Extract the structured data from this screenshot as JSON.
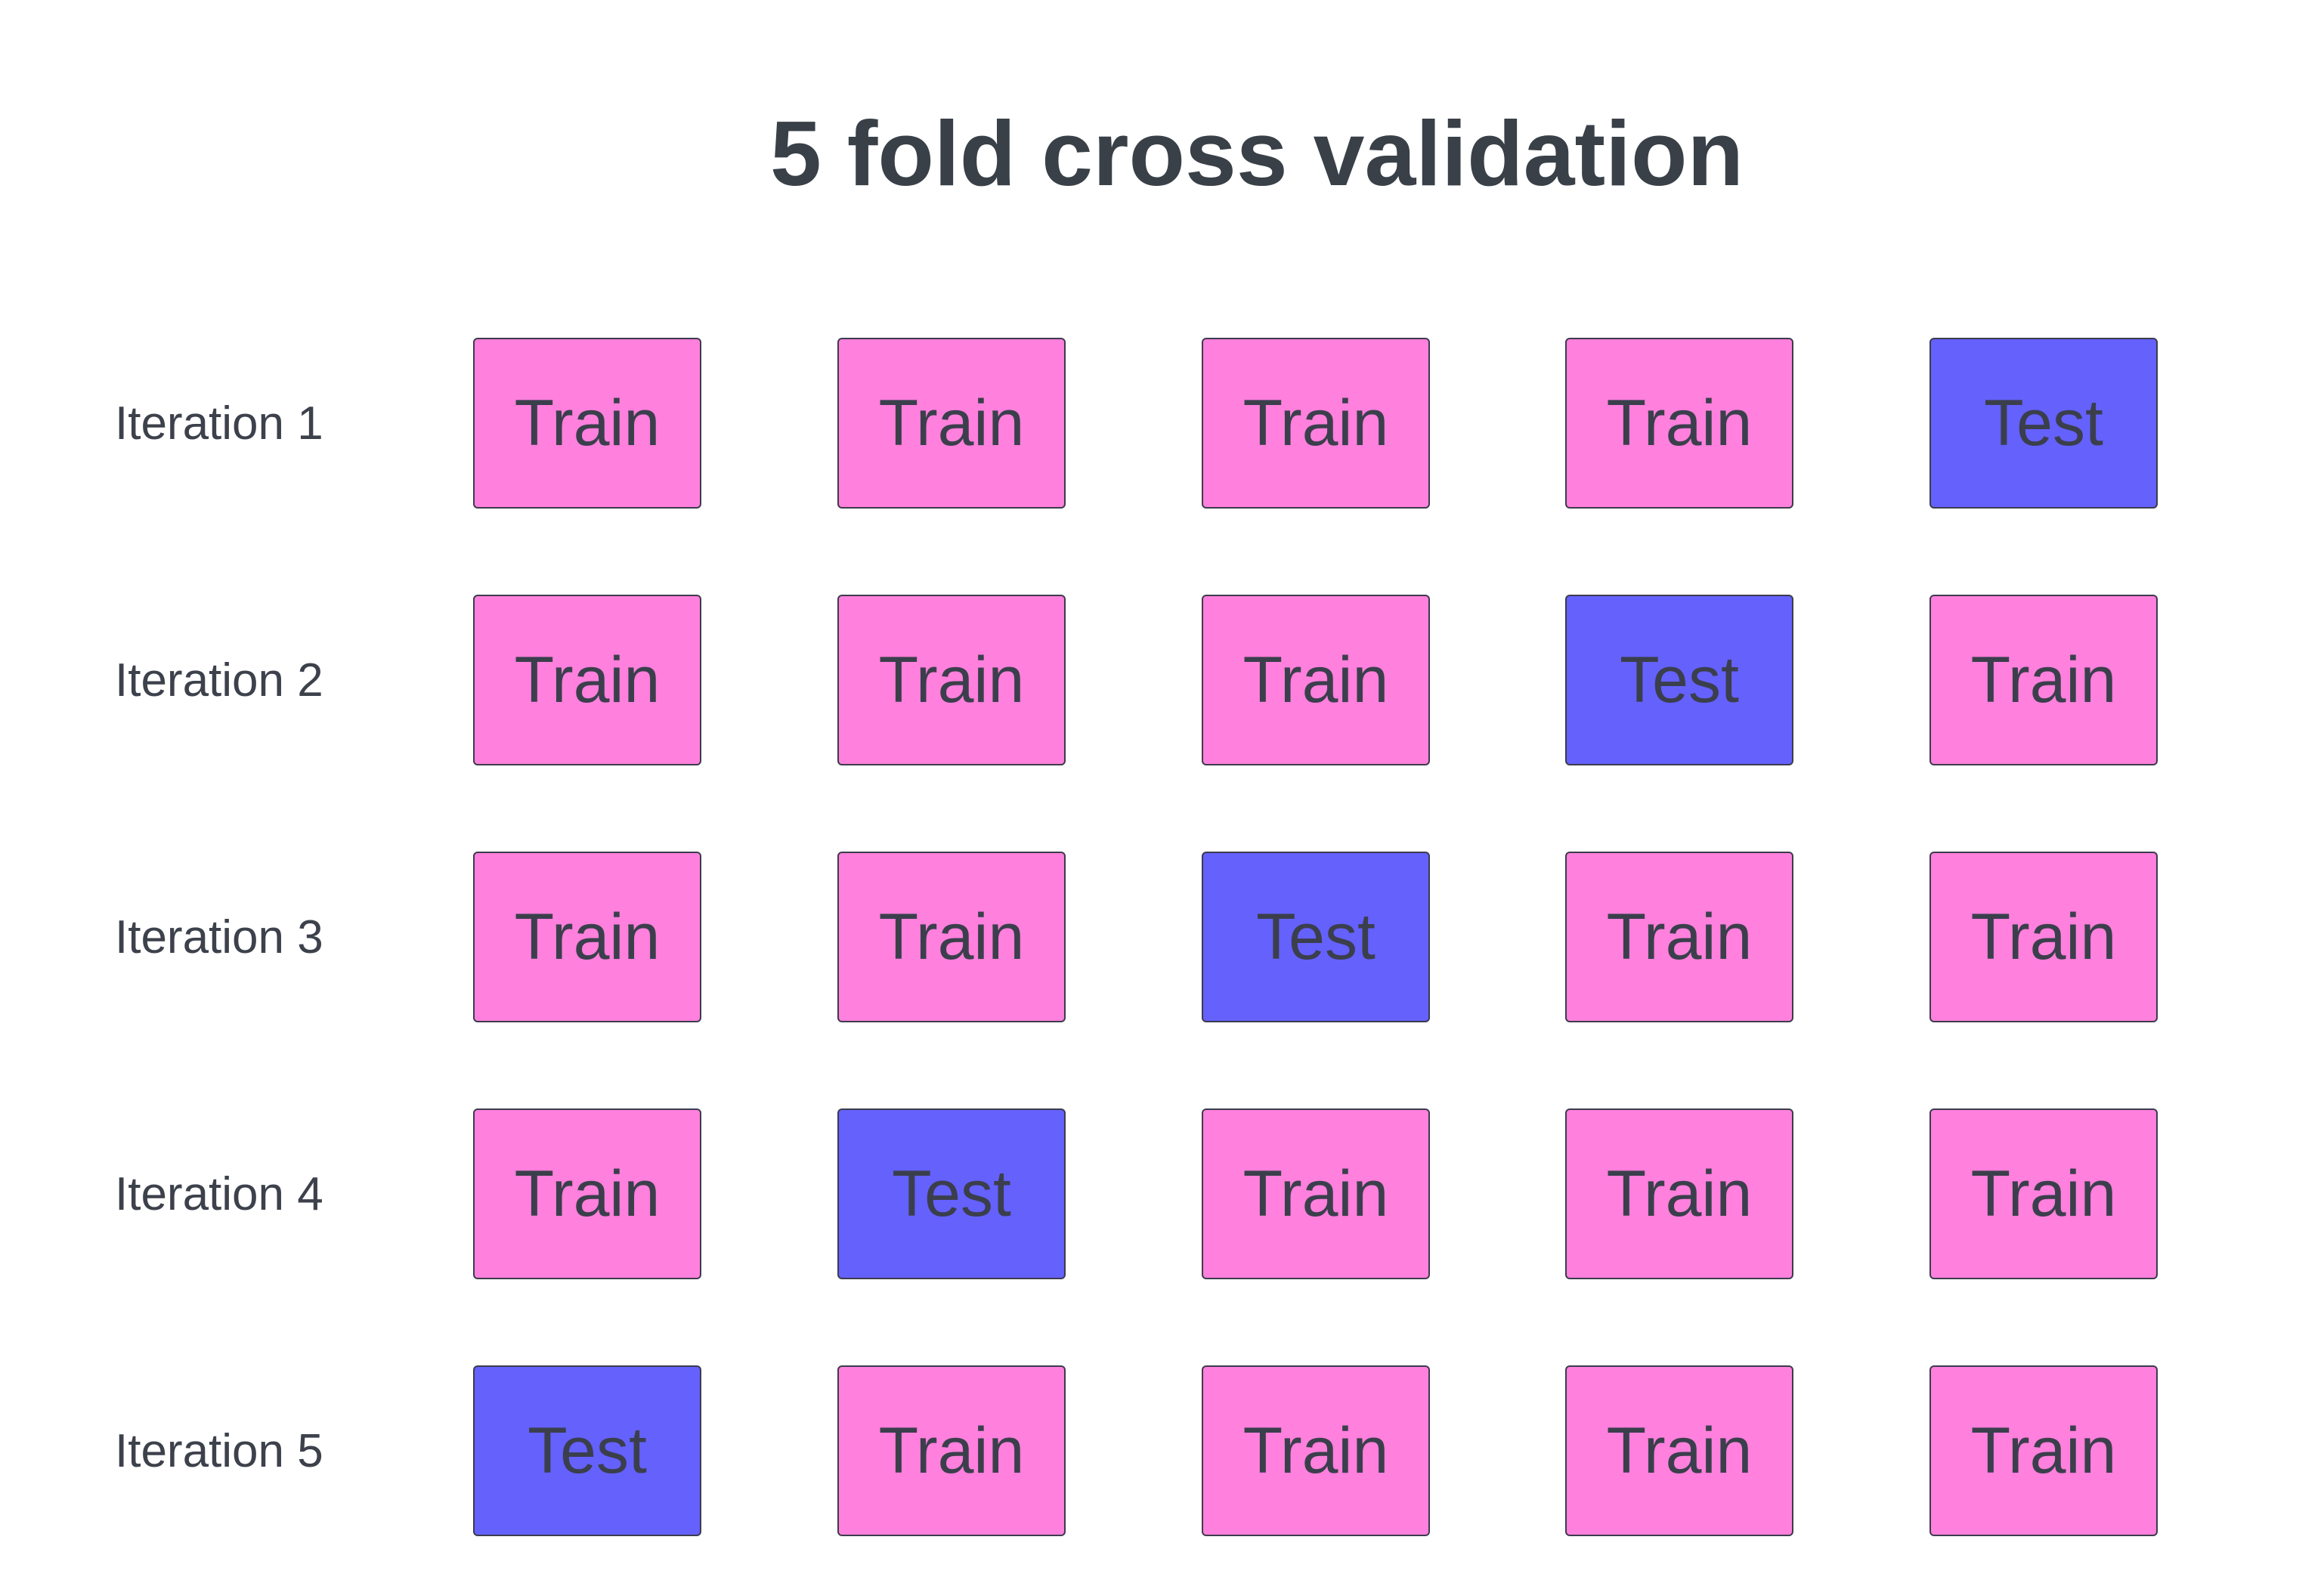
{
  "title": "5 fold cross validation",
  "colors": {
    "train": "#ff80dd",
    "test": "#6461fd",
    "text": "#3a3f4b",
    "border": "#3c3c4c"
  },
  "iterations": [
    {
      "label": "Iteration 1",
      "folds": [
        "Train",
        "Train",
        "Train",
        "Train",
        "Test"
      ]
    },
    {
      "label": "Iteration 2",
      "folds": [
        "Train",
        "Train",
        "Train",
        "Test",
        "Train"
      ]
    },
    {
      "label": "Iteration 3",
      "folds": [
        "Train",
        "Train",
        "Test",
        "Train",
        "Train"
      ]
    },
    {
      "label": "Iteration 4",
      "folds": [
        "Train",
        "Test",
        "Train",
        "Train",
        "Train"
      ]
    },
    {
      "label": "Iteration 5",
      "folds": [
        "Test",
        "Train",
        "Train",
        "Train",
        "Train"
      ]
    }
  ]
}
